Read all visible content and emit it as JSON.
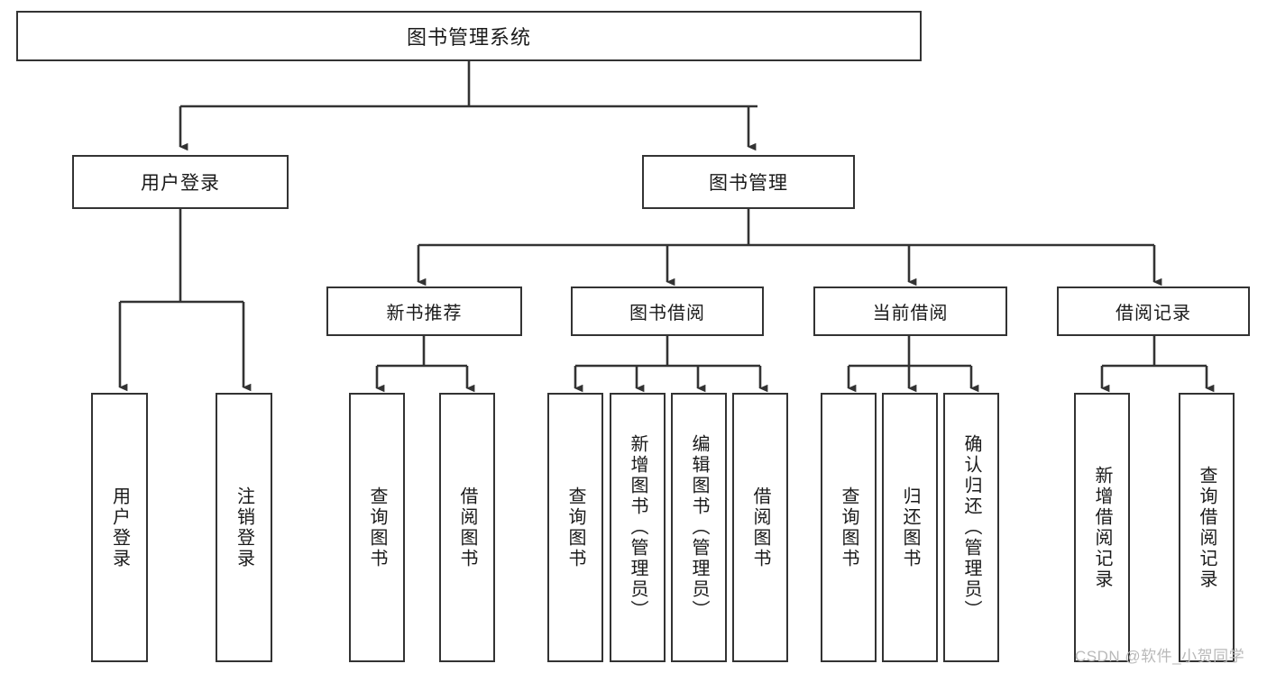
{
  "diagram": {
    "type": "tree",
    "title": "图书管理系统",
    "root": {
      "id": "root",
      "label": "图书管理系统"
    },
    "level2": [
      {
        "id": "user-login",
        "label": "用户登录"
      },
      {
        "id": "book-management",
        "label": "图书管理"
      }
    ],
    "level3": [
      {
        "id": "new-book-recommend",
        "label": "新书推荐",
        "parent": "book-management"
      },
      {
        "id": "book-borrow",
        "label": "图书借阅",
        "parent": "book-management"
      },
      {
        "id": "current-borrow",
        "label": "当前借阅",
        "parent": "book-management"
      },
      {
        "id": "borrow-record",
        "label": "借阅记录",
        "parent": "book-management"
      }
    ],
    "leaves": [
      {
        "id": "leaf-user-login",
        "label": "用户登录",
        "parent": "user-login"
      },
      {
        "id": "leaf-logout-login",
        "label": "注销登录",
        "parent": "user-login"
      },
      {
        "id": "leaf-query-book-1",
        "label": "查询图书",
        "parent": "new-book-recommend"
      },
      {
        "id": "leaf-borrow-book-1",
        "label": "借阅图书",
        "parent": "new-book-recommend"
      },
      {
        "id": "leaf-query-book-2",
        "label": "查询图书",
        "parent": "book-borrow"
      },
      {
        "id": "leaf-add-book",
        "label": "新增图书（管理员）",
        "parent": "book-borrow"
      },
      {
        "id": "leaf-edit-book",
        "label": "编辑图书（管理员）",
        "parent": "book-borrow"
      },
      {
        "id": "leaf-borrow-book-2",
        "label": "借阅图书",
        "parent": "book-borrow"
      },
      {
        "id": "leaf-query-book-3",
        "label": "查询图书",
        "parent": "current-borrow"
      },
      {
        "id": "leaf-return-book",
        "label": "归还图书",
        "parent": "current-borrow"
      },
      {
        "id": "leaf-confirm-return",
        "label": "确认归还（管理员）",
        "parent": "current-borrow"
      },
      {
        "id": "leaf-add-record",
        "label": "新增借阅记录",
        "parent": "borrow-record"
      },
      {
        "id": "leaf-query-record",
        "label": "查询借阅记录",
        "parent": "borrow-record"
      }
    ],
    "colors": {
      "stroke": "#333333",
      "box_fill": "#ffffff",
      "text": "#1a1a1a",
      "watermark": "#b9b9b9"
    }
  },
  "watermark": {
    "text": "CSDN @软件_小贺同学"
  }
}
